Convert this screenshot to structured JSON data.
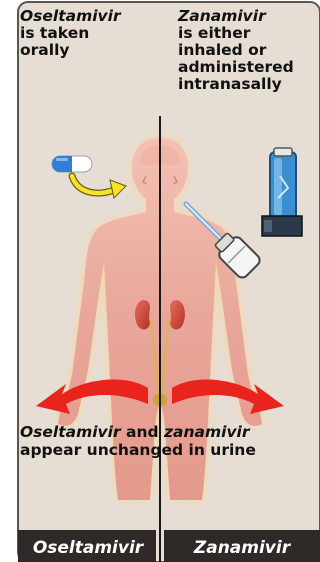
{
  "left_label": {
    "drug": "Oseltamivir",
    "line1": "is taken",
    "line2": "orally"
  },
  "right_label": {
    "drug": "Zanamivir",
    "line1": "is either",
    "line2": "inhaled or",
    "line3": "administered",
    "line4": "intranasally"
  },
  "caption": {
    "drug1": "Oseltamivir",
    "and": " and ",
    "drug2": "zanamivir",
    "line2": "appear unchanged in urine"
  },
  "footer": {
    "left": "Oseltamivir",
    "right": "Zanamivir"
  },
  "colors": {
    "panel_bg": "#e6ddd5",
    "panel_border": "#5b5652",
    "body_skin": "#e9a69a",
    "body_glow": "#f6d79c",
    "arrow_red": "#e8241c",
    "oral_arrow": "#f7e32a",
    "footer_bg": "#2f2a27",
    "pill_blue": "#2f7fd6",
    "inhaler_blue": "#3a8fd2"
  }
}
